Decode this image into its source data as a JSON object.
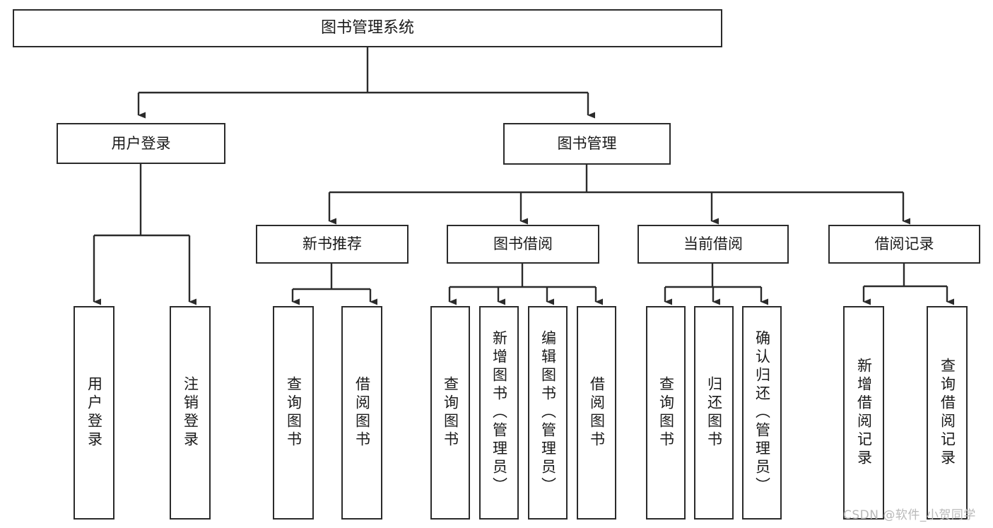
{
  "diagram": {
    "title": "图书管理系统",
    "type": "tree-hierarchy-diagram",
    "orientation": "top-down",
    "style": {
      "box_border_color": "#2b2b2b",
      "box_fill_color": "#ffffff",
      "connector_color": "#2b2b2b",
      "text_color": "#1a1a1a",
      "background_color": "#ffffff",
      "watermark_color": "#b9b9b9"
    }
  },
  "nodes": {
    "root": {
      "label": "图书管理系统"
    },
    "level1": [
      {
        "id": "user-login",
        "label": "用户登录"
      },
      {
        "id": "book-management",
        "label": "图书管理"
      }
    ],
    "level2": [
      {
        "id": "new-book-recommend",
        "label": "新书推荐"
      },
      {
        "id": "book-borrow",
        "label": "图书借阅"
      },
      {
        "id": "current-borrow",
        "label": "当前借阅"
      },
      {
        "id": "borrow-record",
        "label": "借阅记录"
      }
    ],
    "leaves": {
      "user_login": [
        {
          "id": "leaf-user-login",
          "label": "用户登录"
        },
        {
          "id": "leaf-logout-login",
          "label": "注销登录"
        }
      ],
      "new_book_recommend": [
        {
          "id": "leaf-query-book-1",
          "label": "查询图书"
        },
        {
          "id": "leaf-borrow-book-1",
          "label": "借阅图书"
        }
      ],
      "book_borrow": [
        {
          "id": "leaf-query-book-2",
          "label": "查询图书"
        },
        {
          "id": "leaf-add-book",
          "label": "新增图书（管理员）"
        },
        {
          "id": "leaf-edit-book",
          "label": "编辑图书（管理员）"
        },
        {
          "id": "leaf-borrow-book-2",
          "label": "借阅图书"
        }
      ],
      "current_borrow": [
        {
          "id": "leaf-query-book-3",
          "label": "查询图书"
        },
        {
          "id": "leaf-return-book",
          "label": "归还图书"
        },
        {
          "id": "leaf-confirm-return",
          "label": "确认归还（管理员）"
        }
      ],
      "borrow_record": [
        {
          "id": "leaf-add-borrow-record",
          "label": "新增借阅记录"
        },
        {
          "id": "leaf-query-borrow-record",
          "label": "查询借阅记录"
        }
      ]
    }
  },
  "watermark": {
    "text": "CSDN @软件_小贺同学"
  }
}
